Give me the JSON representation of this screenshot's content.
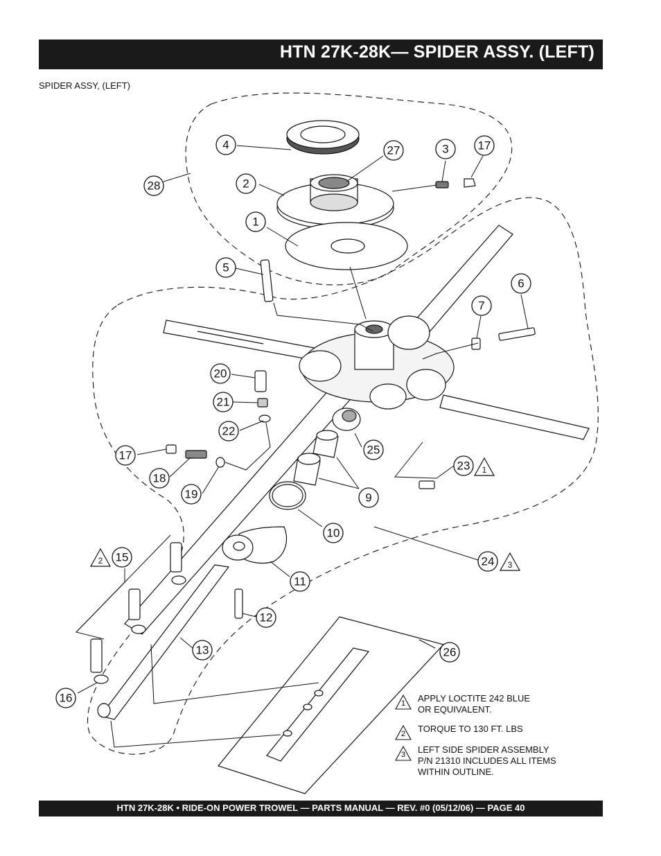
{
  "header": {
    "title": "HTN 27K-28K— SPIDER ASSY. (LEFT)"
  },
  "subtitle": "SPIDER ASSY, (LEFT)",
  "footer": {
    "text": "HTN 27K-28K  • RIDE-ON POWER TROWEL —  PARTS MANUAL — REV. #0 (05/12/06) — PAGE 40"
  },
  "callouts": {
    "c1": "1",
    "c2": "2",
    "c3": "3",
    "c4": "4",
    "c5": "5",
    "c6": "6",
    "c7": "7",
    "c9": "9",
    "c10": "10",
    "c11": "11",
    "c12": "12",
    "c13": "13",
    "c15": "15",
    "c16": "16",
    "c17a": "17",
    "c17b": "17",
    "c18": "18",
    "c19": "19",
    "c20": "20",
    "c21": "21",
    "c22": "22",
    "c23": "23",
    "c24": "24",
    "c25": "25",
    "c26": "26",
    "c27": "27",
    "c28": "28"
  },
  "markers": {
    "m23": "1",
    "m24": "3",
    "m15": "2"
  },
  "notes": [
    {
      "num": "1",
      "text": "APPLY LOCTITE  242 BLUE\nOR EQUIVALENT."
    },
    {
      "num": "2",
      "text": "TORQUE TO 130 FT. LBS"
    },
    {
      "num": "3",
      "text": "LEFT SIDE SPIDER ASSEMBLY\nP/N 21310 INCLUDES ALL ITEMS\nWITHIN OUTLINE."
    }
  ]
}
